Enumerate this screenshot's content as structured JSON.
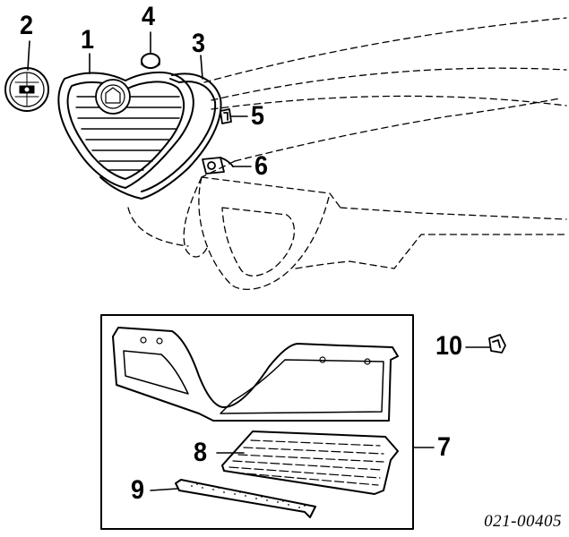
{
  "callouts": {
    "c1": "1",
    "c2": "2",
    "c3": "3",
    "c4": "4",
    "c5": "5",
    "c6": "6",
    "c7": "7",
    "c8": "8",
    "c9": "9",
    "c10": "10"
  },
  "diagram_code": "021-00405",
  "colors": {
    "ink": "#000000",
    "paper": "#ffffff"
  }
}
